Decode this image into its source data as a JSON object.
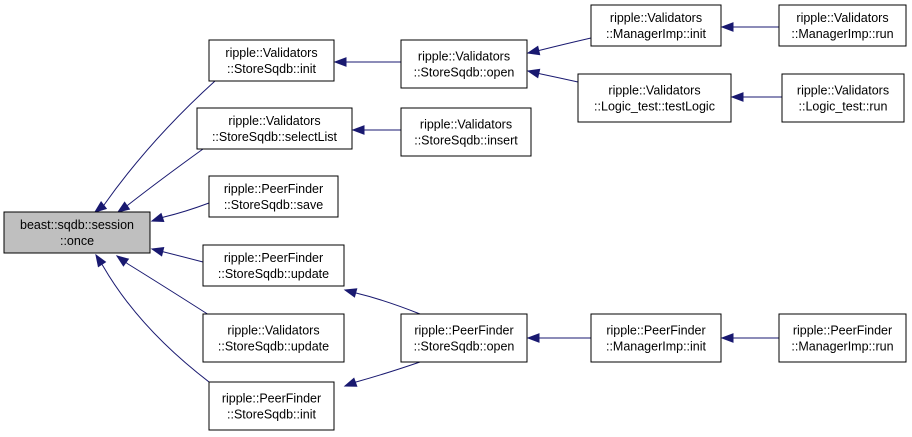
{
  "colors": {
    "edge": "#191970",
    "root_fill": "#bfbfbf",
    "node_fill": "#ffffff",
    "border": "#000000"
  },
  "nodes": [
    {
      "id": "root",
      "lines": [
        "beast::sqdb::session",
        "::once"
      ]
    },
    {
      "id": "val_init",
      "lines": [
        "ripple::Validators",
        "::StoreSqdb::init"
      ]
    },
    {
      "id": "val_selectlist",
      "lines": [
        "ripple::Validators",
        "::StoreSqdb::selectList"
      ]
    },
    {
      "id": "pf_save",
      "lines": [
        "ripple::PeerFinder",
        "::StoreSqdb::save"
      ]
    },
    {
      "id": "pf_update",
      "lines": [
        "ripple::PeerFinder",
        "::StoreSqdb::update"
      ]
    },
    {
      "id": "val_update",
      "lines": [
        "ripple::Validators",
        "::StoreSqdb::update"
      ]
    },
    {
      "id": "pf_init",
      "lines": [
        "ripple::PeerFinder",
        "::StoreSqdb::init"
      ]
    },
    {
      "id": "val_open",
      "lines": [
        "ripple::Validators",
        "::StoreSqdb::open"
      ]
    },
    {
      "id": "val_insert",
      "lines": [
        "ripple::Validators",
        "::StoreSqdb::insert"
      ]
    },
    {
      "id": "pf_open",
      "lines": [
        "ripple::PeerFinder",
        "::StoreSqdb::open"
      ]
    },
    {
      "id": "val_mgr_init",
      "lines": [
        "ripple::Validators",
        "::ManagerImp::init"
      ]
    },
    {
      "id": "val_logic_test",
      "lines": [
        "ripple::Validators",
        "::Logic_test::testLogic"
      ]
    },
    {
      "id": "pf_mgr_init",
      "lines": [
        "ripple::PeerFinder",
        "::ManagerImp::init"
      ]
    },
    {
      "id": "val_mgr_run",
      "lines": [
        "ripple::Validators",
        "::ManagerImp::run"
      ]
    },
    {
      "id": "val_logic_run",
      "lines": [
        "ripple::Validators",
        "::Logic_test::run"
      ]
    },
    {
      "id": "pf_mgr_run",
      "lines": [
        "ripple::PeerFinder",
        "::ManagerImp::run"
      ]
    }
  ],
  "edges": [
    {
      "from": "val_init",
      "to": "root"
    },
    {
      "from": "val_selectlist",
      "to": "root"
    },
    {
      "from": "pf_save",
      "to": "root"
    },
    {
      "from": "pf_update",
      "to": "root"
    },
    {
      "from": "val_update",
      "to": "root"
    },
    {
      "from": "pf_init",
      "to": "root"
    },
    {
      "from": "val_open",
      "to": "val_init"
    },
    {
      "from": "val_insert",
      "to": "val_selectlist"
    },
    {
      "from": "pf_open",
      "to": "pf_update"
    },
    {
      "from": "pf_open",
      "to": "pf_init"
    },
    {
      "from": "val_mgr_init",
      "to": "val_open"
    },
    {
      "from": "val_logic_test",
      "to": "val_open"
    },
    {
      "from": "pf_mgr_init",
      "to": "pf_open"
    },
    {
      "from": "val_mgr_run",
      "to": "val_mgr_init"
    },
    {
      "from": "val_logic_run",
      "to": "val_logic_test"
    },
    {
      "from": "pf_mgr_run",
      "to": "pf_mgr_init"
    }
  ]
}
